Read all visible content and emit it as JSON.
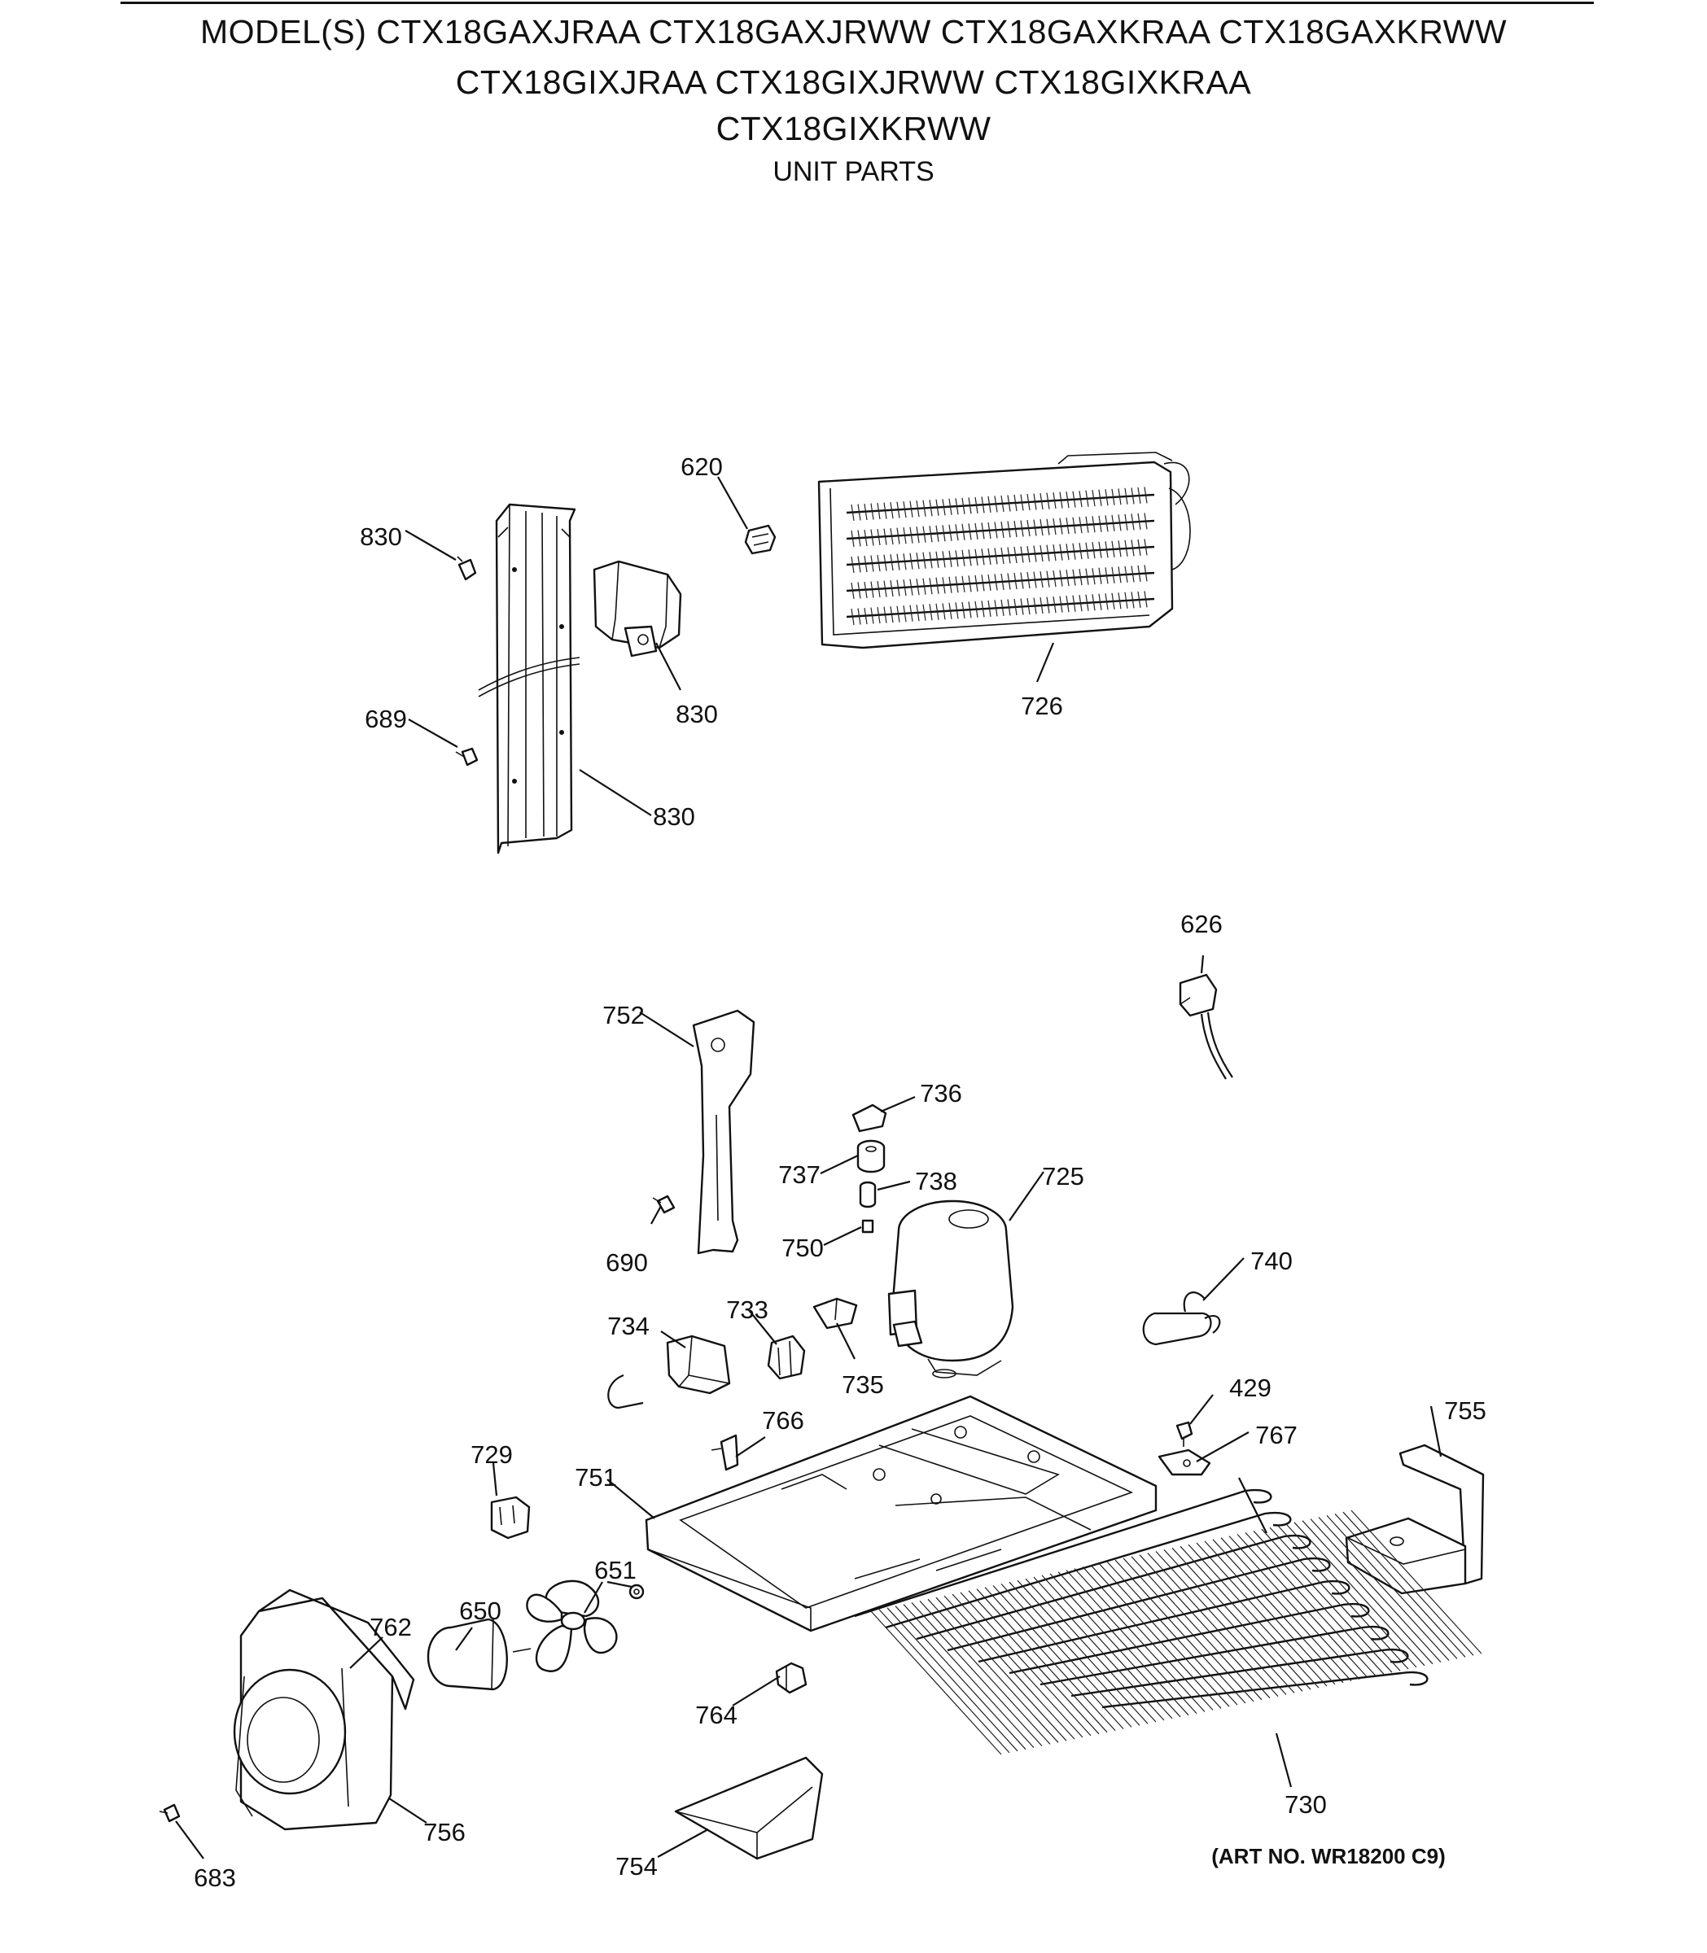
{
  "header": {
    "line1": "MODEL(S) CTX18GAXJRAA  CTX18GAXJRWW  CTX18GAXKRAA  CTX18GAXKRWW",
    "line2": "CTX18GIXJRAA  CTX18GIXJRWW  CTX18GIXKRAA",
    "line3": "CTX18GIXKRWW",
    "subtitle": "UNIT PARTS"
  },
  "callouts": {
    "c620": "620",
    "c830a": "830",
    "c830b": "830",
    "c830c": "830",
    "c689": "689",
    "c726": "726",
    "c626": "626",
    "c752": "752",
    "c736": "736",
    "c737": "737",
    "c738": "738",
    "c725": "725",
    "c690": "690",
    "c750": "750",
    "c740": "740",
    "c734": "734",
    "c733": "733",
    "c735": "735",
    "c429": "429",
    "c755": "755",
    "c767": "767",
    "c766": "766",
    "c729": "729",
    "c751": "751",
    "c651": "651",
    "c650": "650",
    "c762": "762",
    "c764": "764",
    "c730": "730",
    "c756": "756",
    "c754": "754",
    "c683": "683"
  },
  "art_number": "(ART NO. WR18200 C9)"
}
